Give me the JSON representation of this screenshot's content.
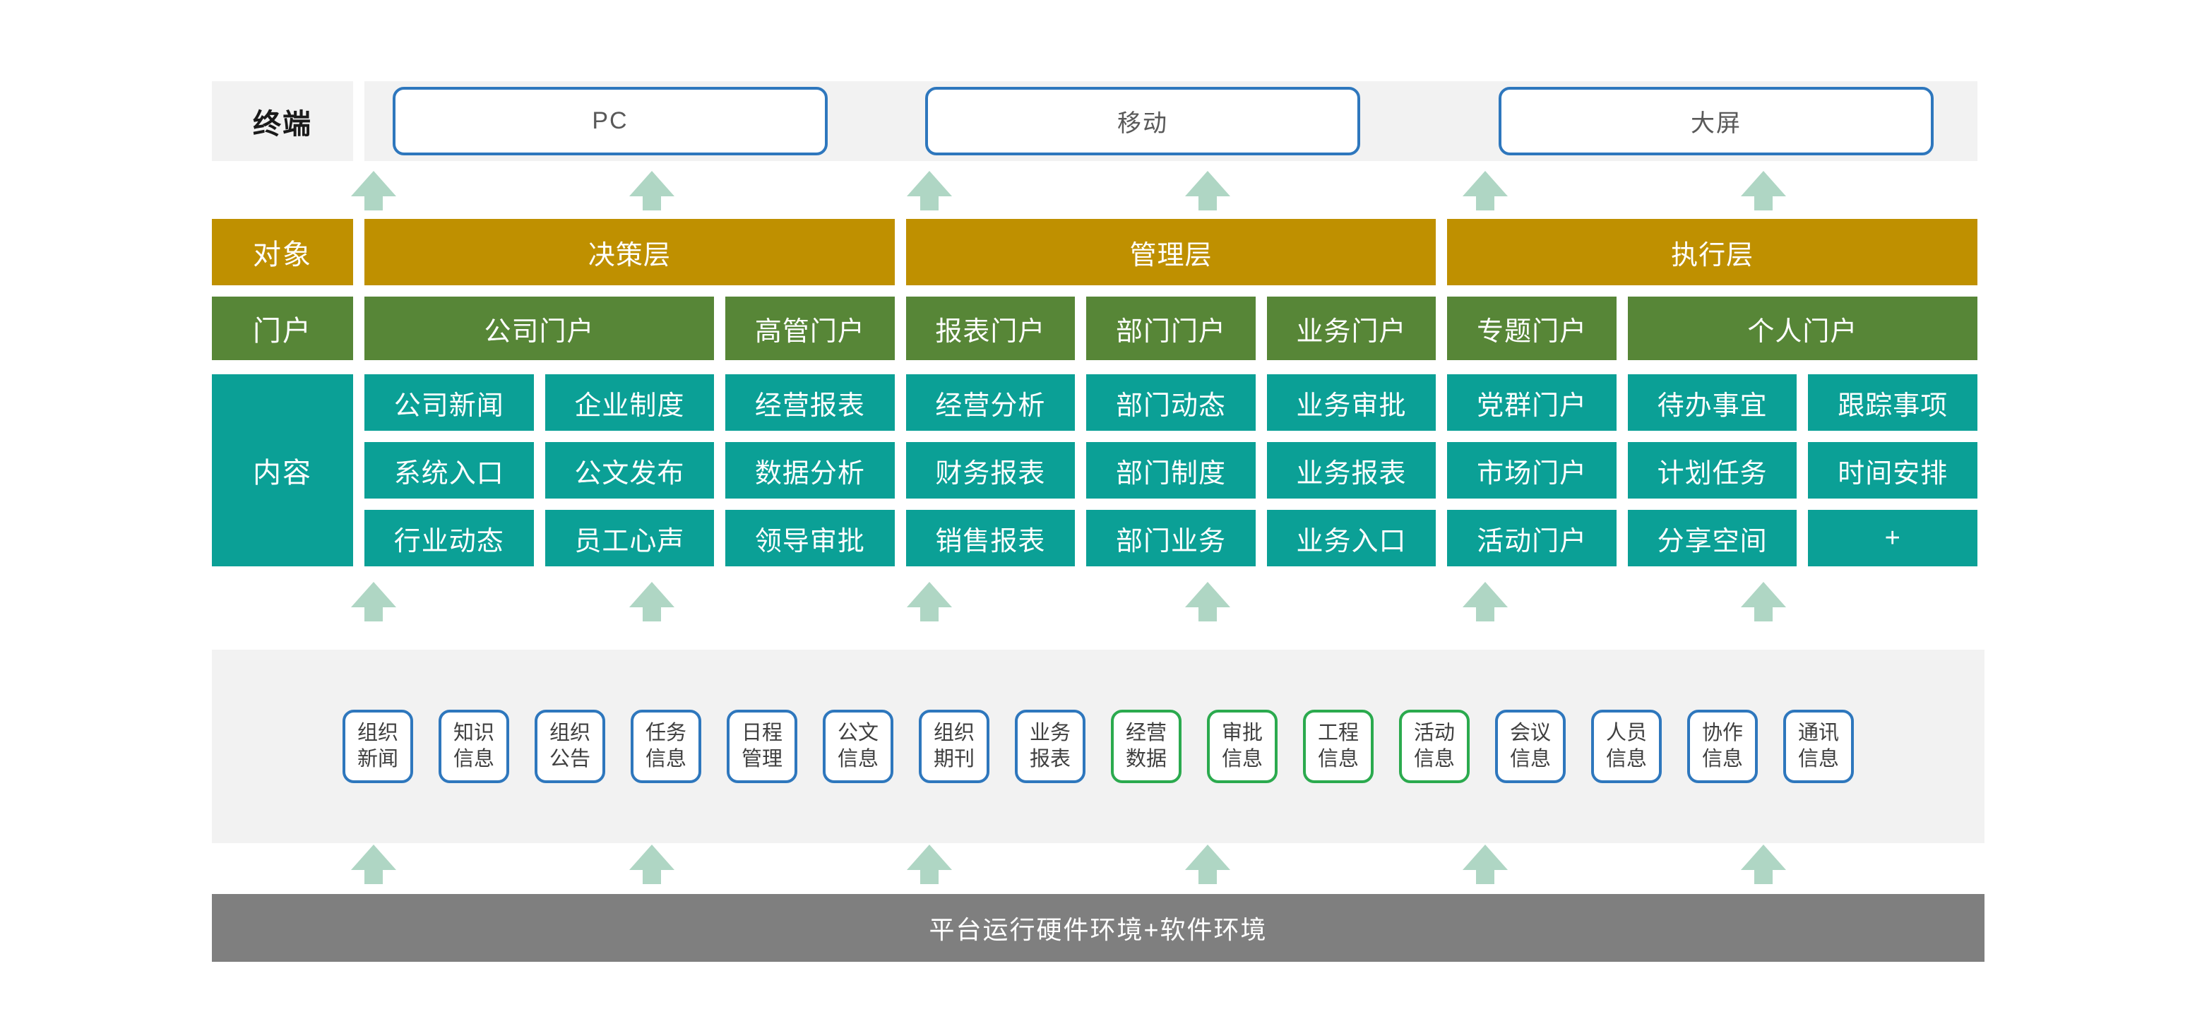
{
  "terminal": {
    "label": "终端",
    "devices": [
      "PC",
      "移动",
      "大屏"
    ]
  },
  "audience": {
    "label": "对象",
    "layers": [
      "决策层",
      "管理层",
      "执行层"
    ]
  },
  "portal": {
    "label": "门户",
    "items": [
      "公司门户",
      "高管门户",
      "报表门户",
      "部门门户",
      "业务门户",
      "专题门户",
      "个人门户"
    ]
  },
  "content": {
    "label": "内容",
    "rows": [
      [
        "公司新闻",
        "企业制度",
        "经营报表",
        "经营分析",
        "部门动态",
        "业务审批",
        "党群门户",
        "待办事宜",
        "跟踪事项"
      ],
      [
        "系统入口",
        "公文发布",
        "数据分析",
        "财务报表",
        "部门制度",
        "业务报表",
        "市场门户",
        "计划任务",
        "时间安排"
      ],
      [
        "行业动态",
        "员工心声",
        "领导审批",
        "销售报表",
        "部门业务",
        "业务入口",
        "活动门户",
        "分享空间",
        "+"
      ]
    ]
  },
  "info_sources": {
    "items": [
      {
        "text": "组织新闻",
        "variant": "blue"
      },
      {
        "text": "知识信息",
        "variant": "blue"
      },
      {
        "text": "组织公告",
        "variant": "blue"
      },
      {
        "text": "任务信息",
        "variant": "blue"
      },
      {
        "text": "日程管理",
        "variant": "blue"
      },
      {
        "text": "公文信息",
        "variant": "blue"
      },
      {
        "text": "组织期刊",
        "variant": "blue"
      },
      {
        "text": "业务报表",
        "variant": "blue"
      },
      {
        "text": "经营数据",
        "variant": "green"
      },
      {
        "text": "审批信息",
        "variant": "green"
      },
      {
        "text": "工程信息",
        "variant": "green"
      },
      {
        "text": "活动信息",
        "variant": "green"
      },
      {
        "text": "会议信息",
        "variant": "blue"
      },
      {
        "text": "人员信息",
        "variant": "blue"
      },
      {
        "text": "协作信息",
        "variant": "blue"
      },
      {
        "text": "通讯信息",
        "variant": "blue"
      }
    ]
  },
  "platform": {
    "label": "平台运行硬件环境+软件环境"
  },
  "colors": {
    "gold": "#BF9000",
    "portal_green": "#578637",
    "teal": "#0BA096",
    "arrow_green": "#AFD6C4",
    "border_blue": "#2E77BD",
    "border_green": "#2BAA4E",
    "section_gray": "#F2F2F2",
    "bar_gray": "#7F7F7F"
  }
}
